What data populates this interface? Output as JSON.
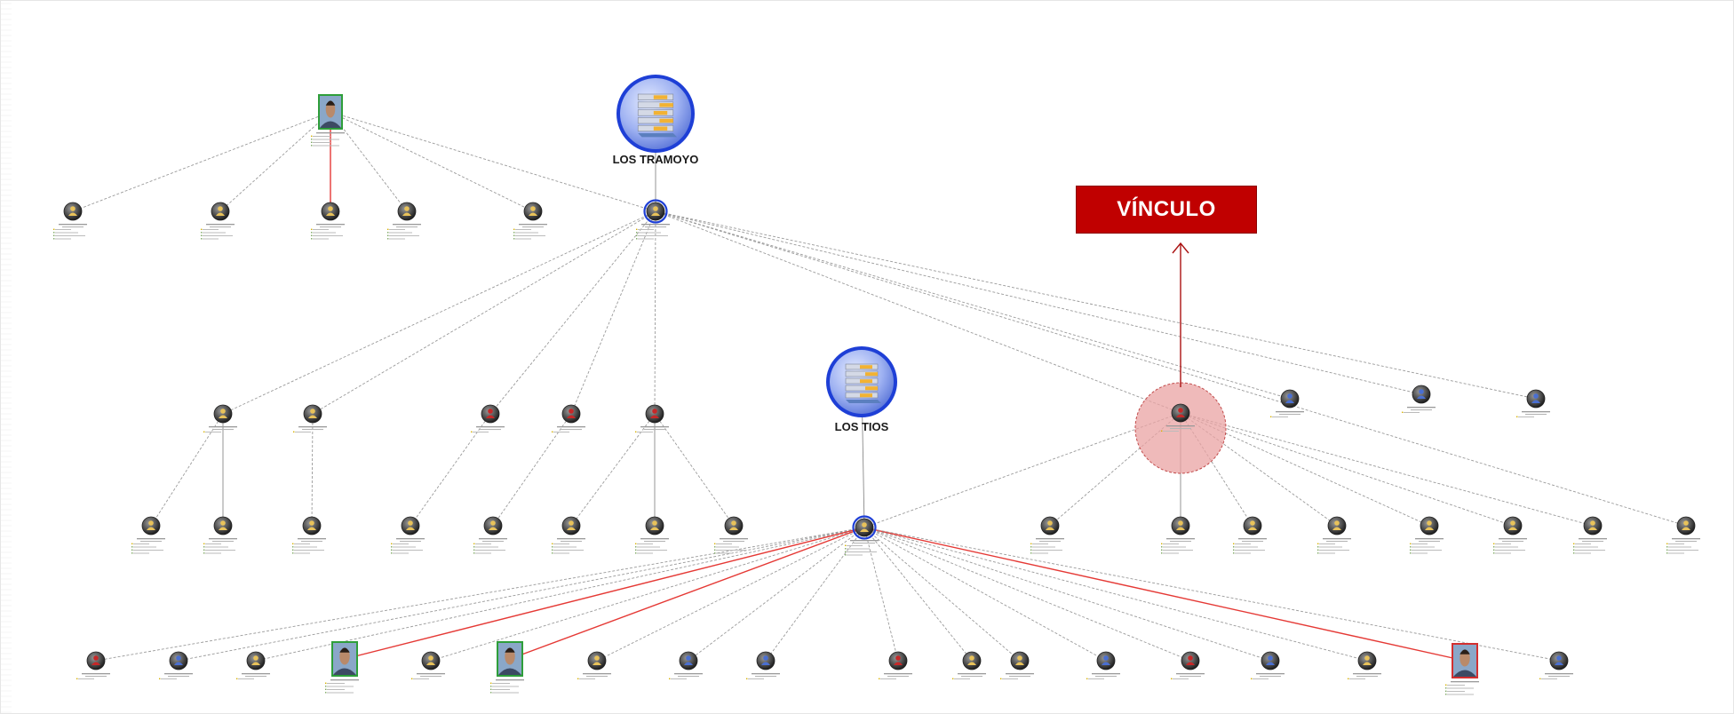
{
  "diagram": {
    "groups": [
      {
        "id": "g1",
        "title": "LOS TRAMOYO"
      },
      {
        "id": "g2",
        "title": "LOS TIOS"
      }
    ],
    "callout": {
      "label": "VÍNCULO"
    },
    "colors": {
      "edge": "#9a9a9a",
      "edge_highlight": "#e53935",
      "callout_fill": "#c00000",
      "highlight_circle": "#e9a3a3",
      "group_ring": "#1e3fd6",
      "photo_frame_green": "#2e9e3a",
      "photo_frame_red": "#d32f2f"
    },
    "node_icon": "person-silhouette-icon",
    "group_icon": "organization-server-icon"
  }
}
